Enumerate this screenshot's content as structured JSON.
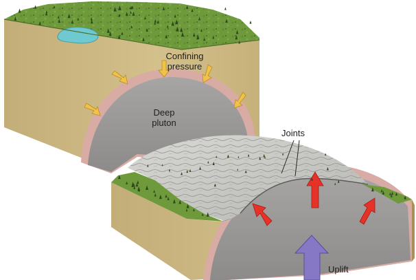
{
  "labels": {
    "confining_line1": "Confining",
    "confining_line2": "pressure",
    "pluton_line1": "Deep",
    "pluton_line2": "pluton",
    "joints": "Joints",
    "uplift": "Uplift"
  },
  "colors": {
    "grass": "#6f9a3c",
    "grass_dark": "#3f6a24",
    "lake": "#6ecad0",
    "soil": "#cfbb86",
    "soil_side": "#b6a06a",
    "halo": "#d6a6a0",
    "pluton": "#9d9b9a",
    "granite": "#c9c9c6",
    "pressure_arrow": "#f0c24a",
    "joint_arrow": "#e63227",
    "uplift_arrow": "#8778c6"
  }
}
